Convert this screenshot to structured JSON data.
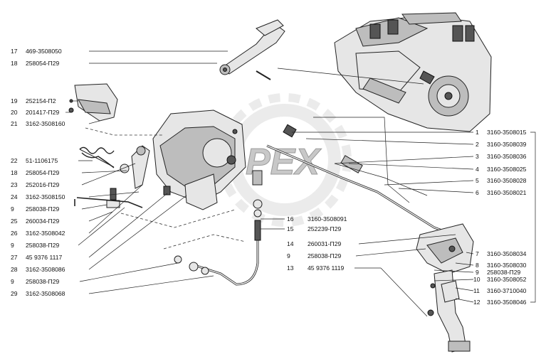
{
  "watermark": "PEX",
  "left_callouts": [
    {
      "num": "17",
      "code": "469-3508050"
    },
    {
      "num": "18",
      "code": "258054-П29"
    },
    {
      "num": "19",
      "code": "252154-П2"
    },
    {
      "num": "20",
      "code": "201417-П29"
    },
    {
      "num": "21",
      "code": "3162-3508160"
    },
    {
      "num": "22",
      "code": "51-1106175"
    },
    {
      "num": "18",
      "code": "258054-П29"
    },
    {
      "num": "23",
      "code": "252016-П29"
    },
    {
      "num": "24",
      "code": "3162-3508150"
    },
    {
      "num": "9",
      "code": "258038-П29"
    },
    {
      "num": "25",
      "code": "260034-П29"
    },
    {
      "num": "26",
      "code": "3162-3508042"
    },
    {
      "num": "9",
      "code": "258038-П29"
    },
    {
      "num": "27",
      "code": "45 9376 1117"
    },
    {
      "num": "28",
      "code": "3162-3508086"
    },
    {
      "num": "9",
      "code": "258038-П29"
    },
    {
      "num": "29",
      "code": "3162-3508068"
    }
  ],
  "right_callouts": [
    {
      "num": "1",
      "code": "3160-3508015"
    },
    {
      "num": "2",
      "code": "3160-3508039"
    },
    {
      "num": "3",
      "code": "3160-3508036"
    },
    {
      "num": "4",
      "code": "3160-3508025"
    },
    {
      "num": "5",
      "code": "3160-3508028"
    },
    {
      "num": "6",
      "code": "3160-3508021"
    },
    {
      "num": "7",
      "code": "3160-3508034"
    },
    {
      "num": "8",
      "code": "3160-3508030"
    },
    {
      "num": "9",
      "code": "258038-П29"
    },
    {
      "num": "10",
      "code": "3160-3508052"
    },
    {
      "num": "11",
      "code": "3160-3710040"
    },
    {
      "num": "12",
      "code": "3160-3508046"
    }
  ],
  "center_callouts": [
    {
      "num": "16",
      "code": "3160-3508091"
    },
    {
      "num": "15",
      "code": "252239-П29"
    },
    {
      "num": "14",
      "code": "260031-П29"
    },
    {
      "num": "9",
      "code": "258038-П29"
    },
    {
      "num": "13",
      "code": "45 9376 1119"
    }
  ]
}
